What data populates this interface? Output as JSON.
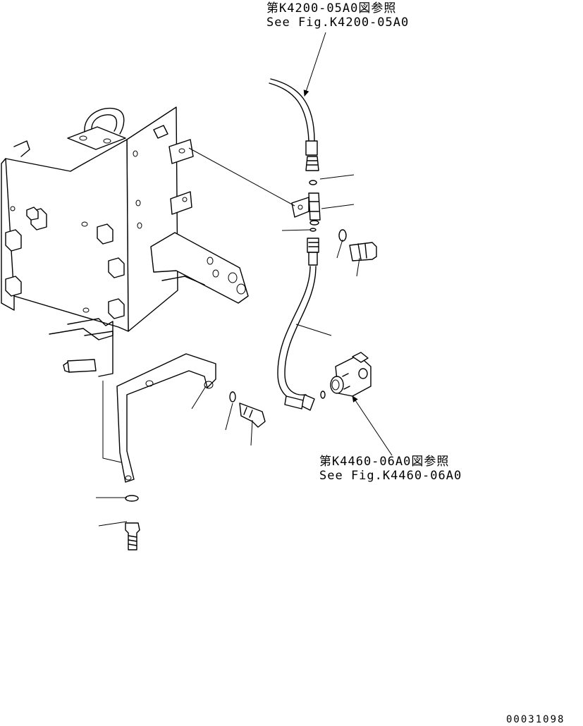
{
  "references": {
    "top": {
      "jp": "第K4200-05A0図参照",
      "en": "See Fig.K4200-05A0"
    },
    "bottom": {
      "jp": "第K4460-06A0図参照",
      "en": "See Fig.K4460-06A0"
    }
  },
  "document_number": "00031098"
}
